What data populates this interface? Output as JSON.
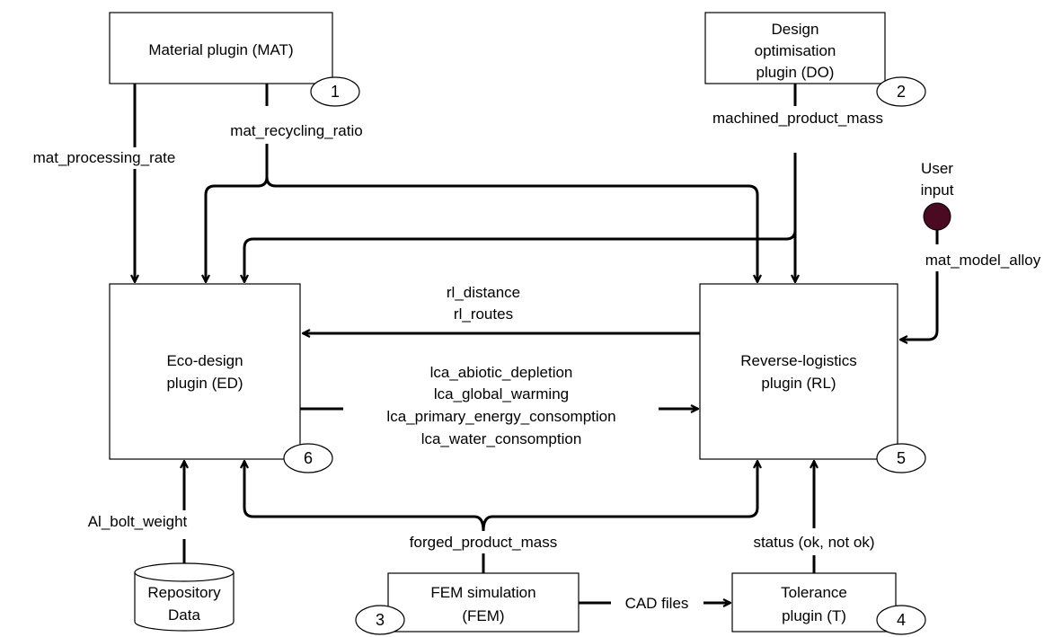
{
  "nodes": {
    "mat": {
      "label": [
        "Material plugin (MAT)"
      ],
      "number": "1"
    },
    "do": {
      "label": [
        "Design",
        "optimisation",
        "plugin (DO)"
      ],
      "number": "2"
    },
    "ed": {
      "label": [
        "Eco-design",
        "plugin (ED)"
      ],
      "number": "6"
    },
    "rl": {
      "label": [
        "Reverse-logistics",
        "plugin (RL)"
      ],
      "number": "5"
    },
    "fem": {
      "label": [
        "FEM simulation",
        "(FEM)"
      ],
      "number": "3"
    },
    "tol": {
      "label": [
        "Tolerance",
        "plugin (T)"
      ],
      "number": "4"
    },
    "repo": {
      "label": [
        "Repository",
        "Data"
      ]
    },
    "user": {
      "label": [
        "User",
        "input"
      ],
      "color": "#4a0a22"
    }
  },
  "edges": {
    "mat_processing_rate": "mat_processing_rate",
    "mat_recycling_ratio": "mat_recycling_ratio",
    "machined_product_mass": "machined_product_mass",
    "mat_model_alloy": "mat_model_alloy",
    "rl_outputs": [
      "rl_distance",
      "rl_routes"
    ],
    "lca_outputs": [
      "lca_abiotic_depletion",
      "lca_global_warming",
      "lca_primary_energy_consomption",
      "lca_water_consomption"
    ],
    "al_bolt_weight": "Al_bolt_weight",
    "forged_product_mass": "forged_product_mass",
    "cad_files": "CAD files",
    "status": "status (ok, not ok)"
  }
}
